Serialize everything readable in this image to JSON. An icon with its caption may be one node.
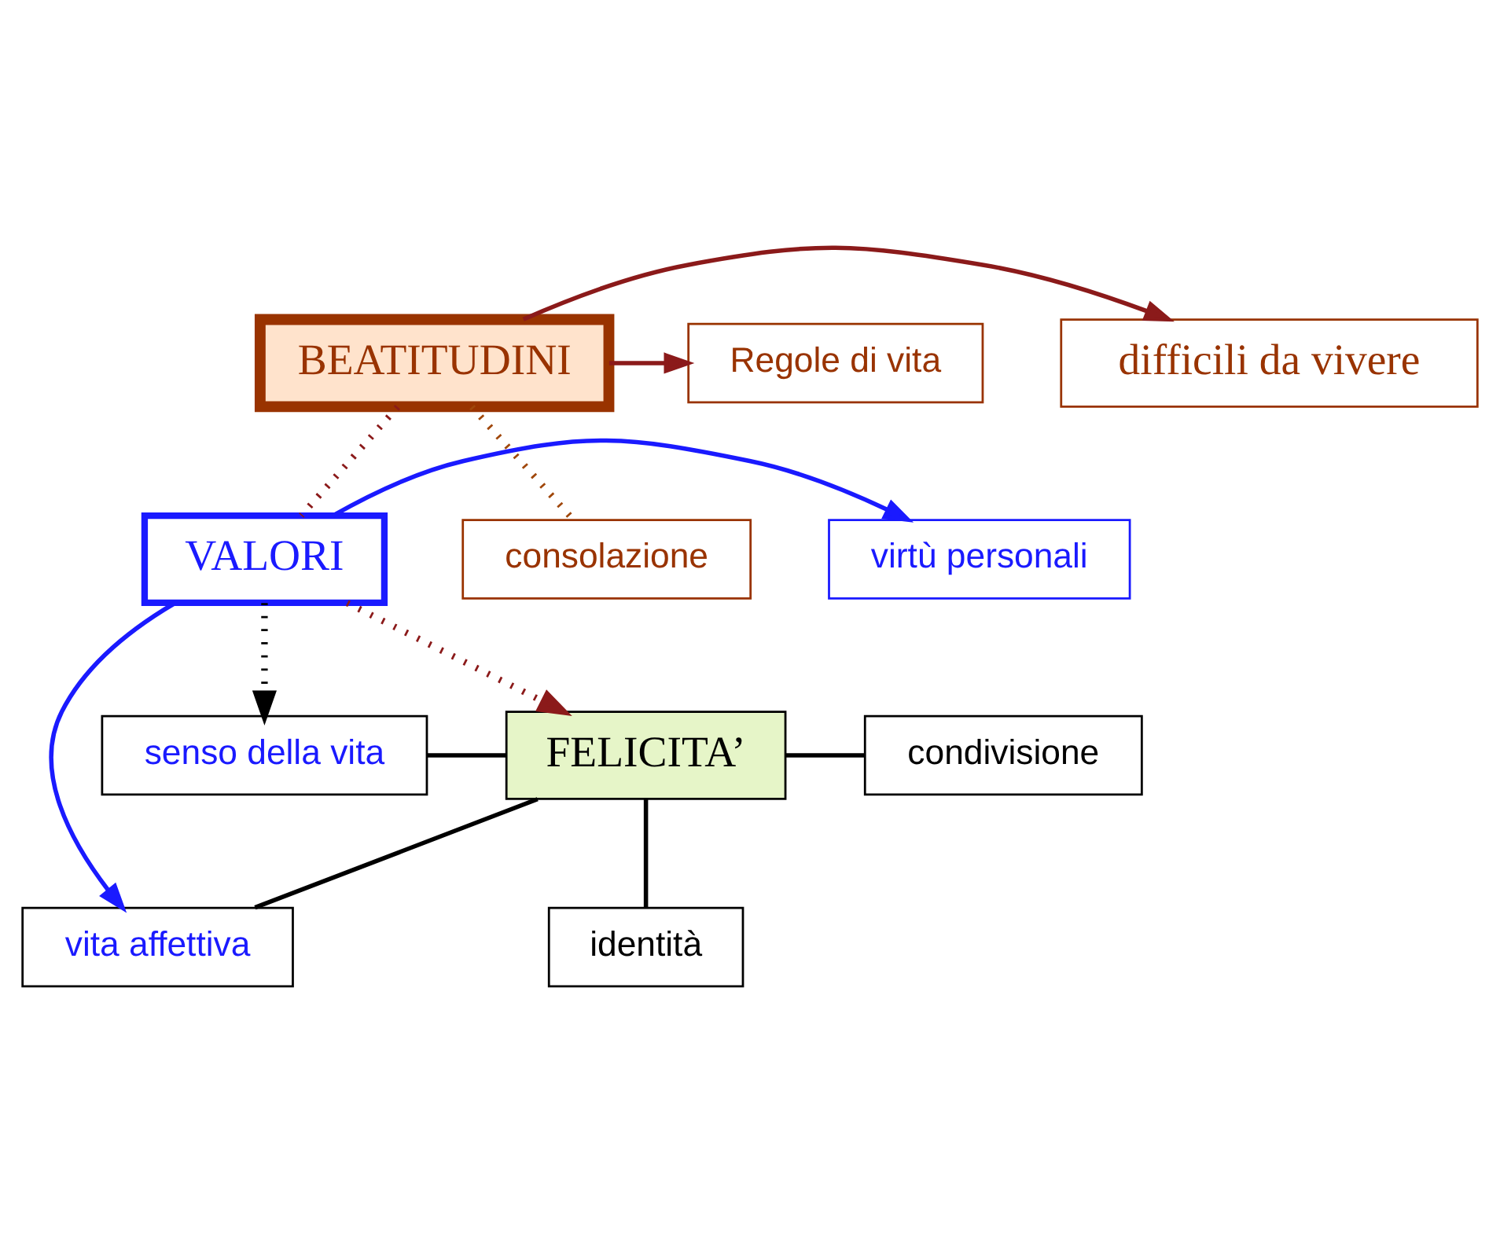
{
  "diagram": {
    "nodes": [
      {
        "text": [
          "identità"
        ]
      },
      {
        "text": [
          "vita affettiva"
        ]
      },
      {
        "text": [
          "senso della vita"
        ]
      },
      {
        "text": [
          "FELICITA’"
        ]
      },
      {
        "text": [
          "condivisione"
        ]
      },
      {
        "text": [
          "virtù personali"
        ]
      },
      {
        "text": [
          "VALORI"
        ]
      },
      {
        "text": [
          "BEATITUDINI"
        ]
      },
      {
        "text": [
          "Regole di vita"
        ]
      },
      {
        "text": [
          "difficili da vivere"
        ]
      },
      {
        "text": [
          "consolazione"
        ]
      }
    ],
    "edges": [
      {
        "from": 3,
        "to": 0,
        "arrow": "none"
      },
      {
        "from": 3,
        "to": 1,
        "arrow": "none"
      },
      {
        "from": 3,
        "to": 2,
        "arrow": "none"
      },
      {
        "from": 3,
        "to": 4,
        "arrow": "none"
      },
      {
        "from": 6,
        "to": 2,
        "arrow": "to",
        "style": "dashed"
      },
      {
        "from": 6,
        "to": 3,
        "arrow": "to",
        "style": "dashed",
        "color": "#8b1a1a"
      },
      {
        "from": 6,
        "to": 1,
        "arrow": "to",
        "color": "#1a1aff"
      },
      {
        "from": 6,
        "to": 5,
        "arrow": "to",
        "color": "#1a1aff"
      },
      {
        "from": 7,
        "to": 6,
        "arrow": "none",
        "style": "dashed",
        "color": "#8b1a1a"
      },
      {
        "from": 7,
        "to": 8,
        "arrow": "to",
        "color": "#8b1a1a"
      },
      {
        "from": 7,
        "to": 9,
        "arrow": "to",
        "color": "#8b1a1a"
      },
      {
        "from": 7,
        "to": 10,
        "arrow": "none",
        "style": "dashed",
        "color": "#a0470a"
      }
    ]
  }
}
